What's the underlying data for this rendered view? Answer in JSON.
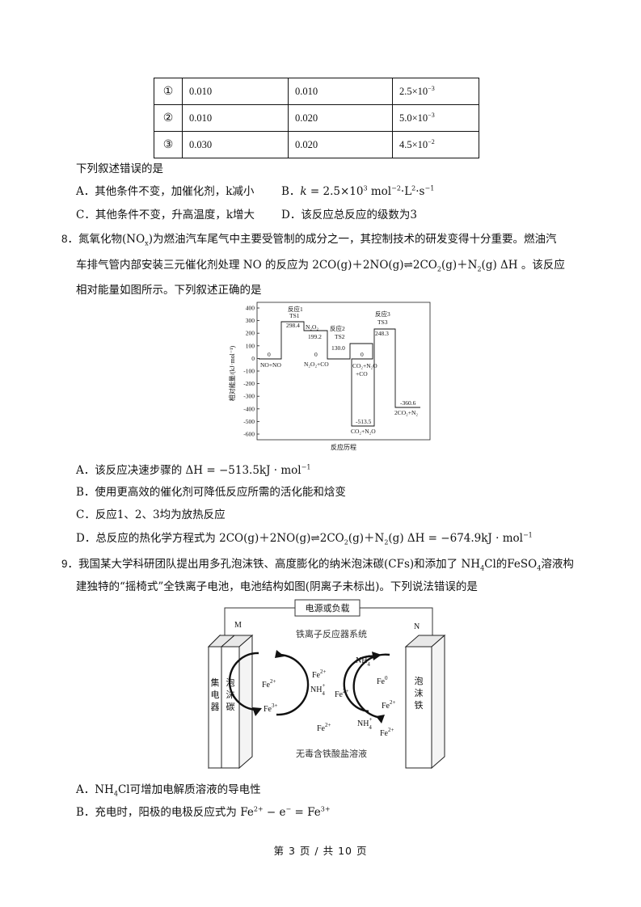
{
  "table": {
    "rows": [
      {
        "id": "①",
        "a": "0.010",
        "b": "0.010",
        "c": "2.5×10",
        "c_exp": "−3"
      },
      {
        "id": "②",
        "a": "0.010",
        "b": "0.020",
        "c": "5.0×10",
        "c_exp": "−3"
      },
      {
        "id": "③",
        "a": "0.030",
        "b": "0.020",
        "c": "4.5×10",
        "c_exp": "−2"
      }
    ]
  },
  "q7": {
    "stem": "下列叙述错误的是",
    "optA": "A．其他条件不变，加催化剂，k减小",
    "optB_label": "B．",
    "optB_k": "k",
    "optB_eq": " = 2.5×10",
    "optB_exp": "3",
    "optB_unit1": "  mol",
    "optB_unit1_exp": "−2",
    "optB_unit2": "·L",
    "optB_unit2_exp": "2",
    "optB_unit3": "·s",
    "optB_unit3_exp": "−1",
    "optC": "C．其他条件不变，升高温度，k增大",
    "optD": "D．该反应总反应的级数为3"
  },
  "q8": {
    "num": "8．",
    "line1_a": "氮氧化物(NO",
    "line1_sub": "x",
    "line1_b": ")为燃油汽车尾气中主要受管制的成分之一，其控制技术的研发变得十分重要。燃油汽",
    "line2_a": "车排气管内部安装三元催化剂处理 NO 的反应为 2CO(g)＋2NO(g)⇌2CO",
    "line2_sub1": "2",
    "line2_b": "(g)＋N",
    "line2_sub2": "2",
    "line2_c": "(g)  ΔH 。该反应",
    "line3": "相对能量如图所示。下列叙述正确的是",
    "optA_a": "A．该反应决速步骤的 ΔH = −513.5kJ · mol",
    "optA_exp": "−1",
    "optB": "B．使用更高效的催化剂可降低反应所需的活化能和焓变",
    "optC": "C．反应1、2、3均为放热反应",
    "optD_a": "D．总反应的热化学方程式为 2CO(g)＋2NO(g)⇌2CO",
    "optD_sub1": "2",
    "optD_b": "(g)＋N",
    "optD_sub2": "2",
    "optD_c": "(g)  ΔH = −674.9kJ · mol",
    "optD_exp": "−1"
  },
  "energy_chart": {
    "ylabel": "相对能量/(kJ·mol⁻¹)",
    "xlabel": "反应历程",
    "ticks": [
      "400",
      "300",
      "200",
      "100",
      "0",
      "-100",
      "-200",
      "-300",
      "-400",
      "-500",
      "-600"
    ],
    "labels": {
      "start_val": "0",
      "start": "NO+NO",
      "ts1_rxn": "反应1",
      "ts1": "TS1",
      "ts1_val": "298.4",
      "n2o2": "N₂O₂",
      "n2o2_val": "199.2",
      "i2_val": "0",
      "i2": "N₂O₂+CO",
      "ts2_rxn": "反应2",
      "ts2": "TS2",
      "ts2_val": "130.0",
      "i3_val": "0",
      "i3a": "CO₂+N₂O",
      "i3b": "+CO",
      "low_val": "-513.5",
      "low": "CO₂+N₂O",
      "ts3_rxn": "反应3",
      "ts3": "TS3",
      "ts3_val": "248.3",
      "end_val": "-360.6",
      "end": "2CO₂+N₂"
    }
  },
  "q9": {
    "num": "9．",
    "line1_a": "我国某大学科研团队提出用多孔泡沫铁、高度膨化的纳米泡沫碳(CFs)和添加了 NH",
    "line1_sub1": "4",
    "line1_b": "Cl的FeSO",
    "line1_sub2": "4",
    "line1_c": "溶液构",
    "line2": "建独特的“摇椅式”全铁离子电池，电池结构如图(阴离子未标出)。下列说法错误的是",
    "optA_a": "A．NH",
    "optA_sub": "4",
    "optA_b": "Cl可增加电解质溶液的导电性",
    "optB_a": "B．充电时，阳极的电极反应式为 Fe",
    "optB_exp1": "2+",
    "optB_b": " − e",
    "optB_exp2": "−",
    "optB_c": " = Fe",
    "optB_exp3": "3+"
  },
  "battery": {
    "power": "电源或负载",
    "m": "M",
    "n": "N",
    "system": "铁离子反应器系统",
    "collector": [
      "集",
      "电",
      "器"
    ],
    "carbon": [
      "泡",
      "沫",
      "碳"
    ],
    "iron": [
      "泡",
      "沫",
      "铁"
    ],
    "solution": "无毒含铁酸盐溶液",
    "fe2": "Fe",
    "fe3": "Fe",
    "nh4": "NH",
    "fe0": "Fe"
  },
  "footer": "第 3 页 / 共 10 页"
}
